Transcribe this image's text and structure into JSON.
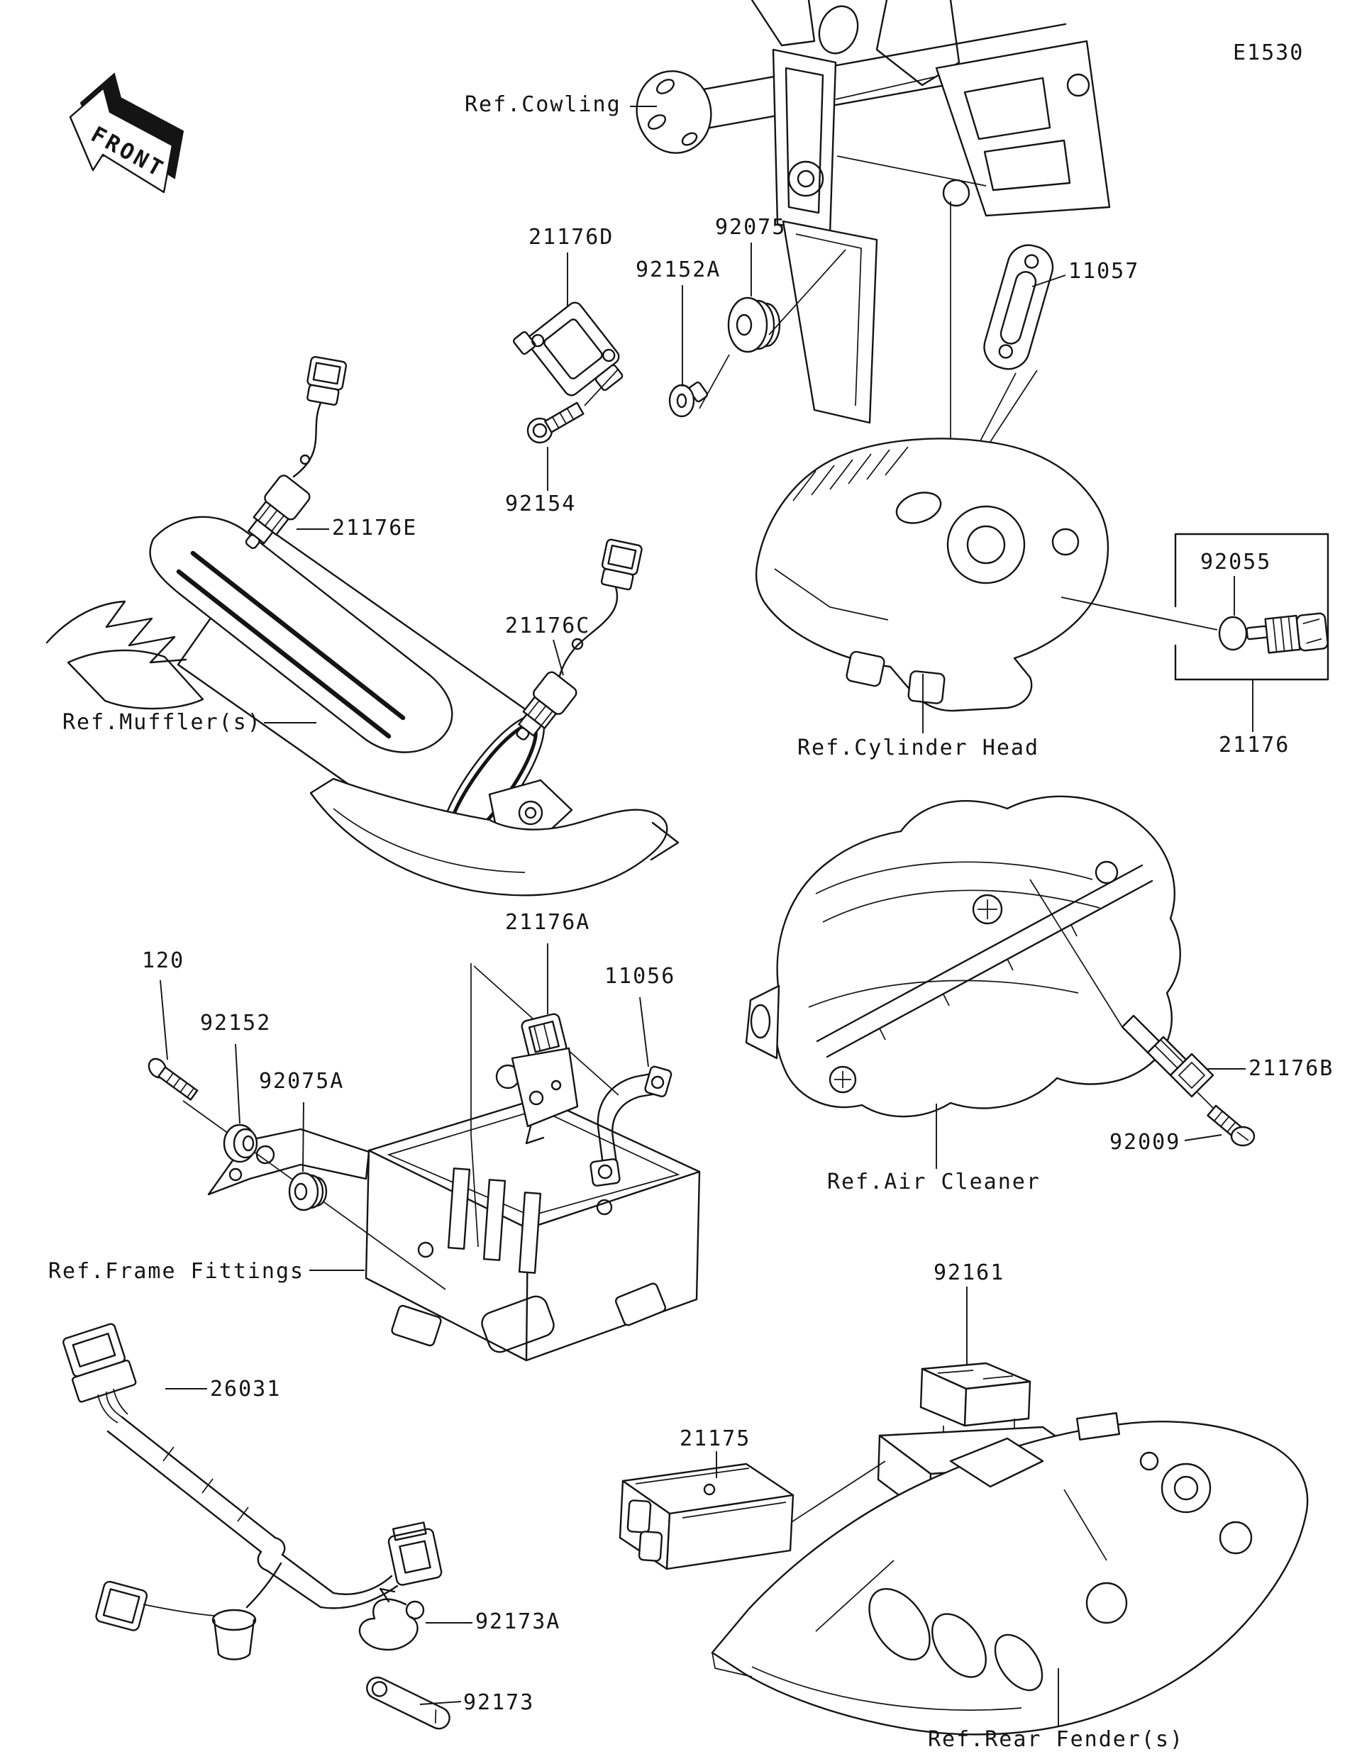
{
  "diagram_code": "E1530",
  "orientation_marker": "FRONT",
  "callouts": {
    "c21176d": "21176D",
    "c92152a": "92152A",
    "c92075": "92075",
    "c11057": "11057",
    "c92154": "92154",
    "c21176e": "21176E",
    "c21176c": "21176C",
    "c92055": "92055",
    "c21176": "21176",
    "c21176a": "21176A",
    "c11056": "11056",
    "c120": "120",
    "c92152": "92152",
    "c92075a": "92075A",
    "c21176b": "21176B",
    "c92009": "92009",
    "c92161": "92161",
    "c26031": "26031",
    "c21175": "21175",
    "c92173a": "92173A",
    "c92173": "92173"
  },
  "references": {
    "cowling": "Ref.Cowling",
    "muffler": "Ref.Muffler(s)",
    "cylinder_head": "Ref.Cylinder Head",
    "air_cleaner": "Ref.Air Cleaner",
    "frame_fittings": "Ref.Frame Fittings",
    "rear_fender": "Ref.Rear Fender(s)"
  },
  "colors": {
    "line": "#141414",
    "background": "#ffffff"
  }
}
